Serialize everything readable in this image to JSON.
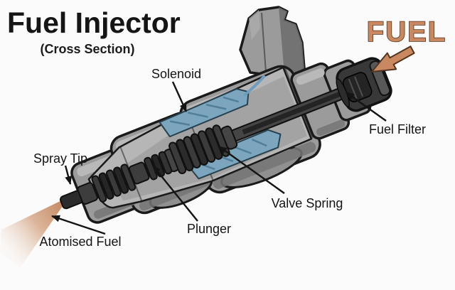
{
  "header": {
    "title": "Fuel Injector",
    "subtitle": "(Cross Section)"
  },
  "flow": {
    "fuel_label": "FUEL"
  },
  "part_labels": {
    "solenoid": "Solenoid",
    "fuel_filter": "Fuel Filter",
    "spray_tip": "Spray Tip",
    "valve_spring": "Valve Spring",
    "plunger": "Plunger",
    "atomised_fuel": "Atomised Fuel"
  },
  "colors": {
    "background": "#fcfbfb",
    "body_gray": "#9b9b9b",
    "body_light": "#b9b9b9",
    "body_dark": "#757575",
    "outline": "#1a1a1a",
    "metal_dark": "#333333",
    "solenoid_blue": "#7ba6bd",
    "fuel_accent": "#c9885f",
    "label_text": "#141414"
  }
}
